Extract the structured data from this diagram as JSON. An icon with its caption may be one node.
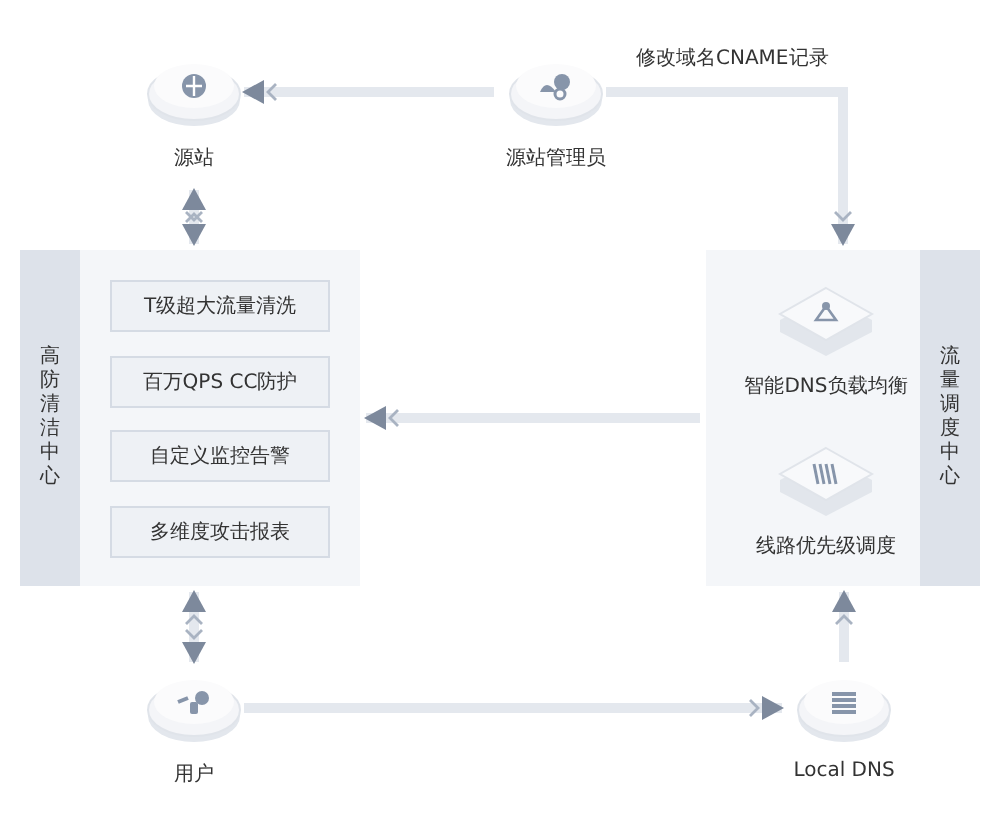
{
  "diagram": {
    "nodes": [
      {
        "text": [
          "源站"
        ]
      },
      {
        "text": [
          "源站管理员"
        ]
      },
      {
        "text": [
          "高防清洁中心"
        ]
      },
      {
        "text": [
          "T级超大流量清洗"
        ],
        "in": 2
      },
      {
        "text": [
          "百万QPS CC防护"
        ],
        "in": 2
      },
      {
        "text": [
          "自定义监控告警"
        ],
        "in": 2
      },
      {
        "text": [
          "多维度攻击报表"
        ],
        "in": 2
      },
      {
        "text": [
          "流量调度中心"
        ]
      },
      {
        "text": [
          "智能DNS负载均衡"
        ],
        "in": 7
      },
      {
        "text": [
          "线路优先级调度"
        ],
        "in": 7
      },
      {
        "text": [
          "用户"
        ]
      },
      {
        "text": [
          "Local DNS"
        ]
      }
    ],
    "edges": [
      {
        "from": 1,
        "to": 0,
        "arrow": "to"
      },
      {
        "from": 1,
        "to": 7,
        "arrow": "to",
        "label": "修改域名CNAME记录"
      },
      {
        "from": 0,
        "to": 2,
        "arrow": "both"
      },
      {
        "from": 7,
        "to": 2,
        "arrow": "to"
      },
      {
        "from": 10,
        "to": 2,
        "arrow": "both"
      },
      {
        "from": 10,
        "to": 11,
        "arrow": "to"
      },
      {
        "from": 11,
        "to": 7,
        "arrow": "to"
      }
    ]
  }
}
